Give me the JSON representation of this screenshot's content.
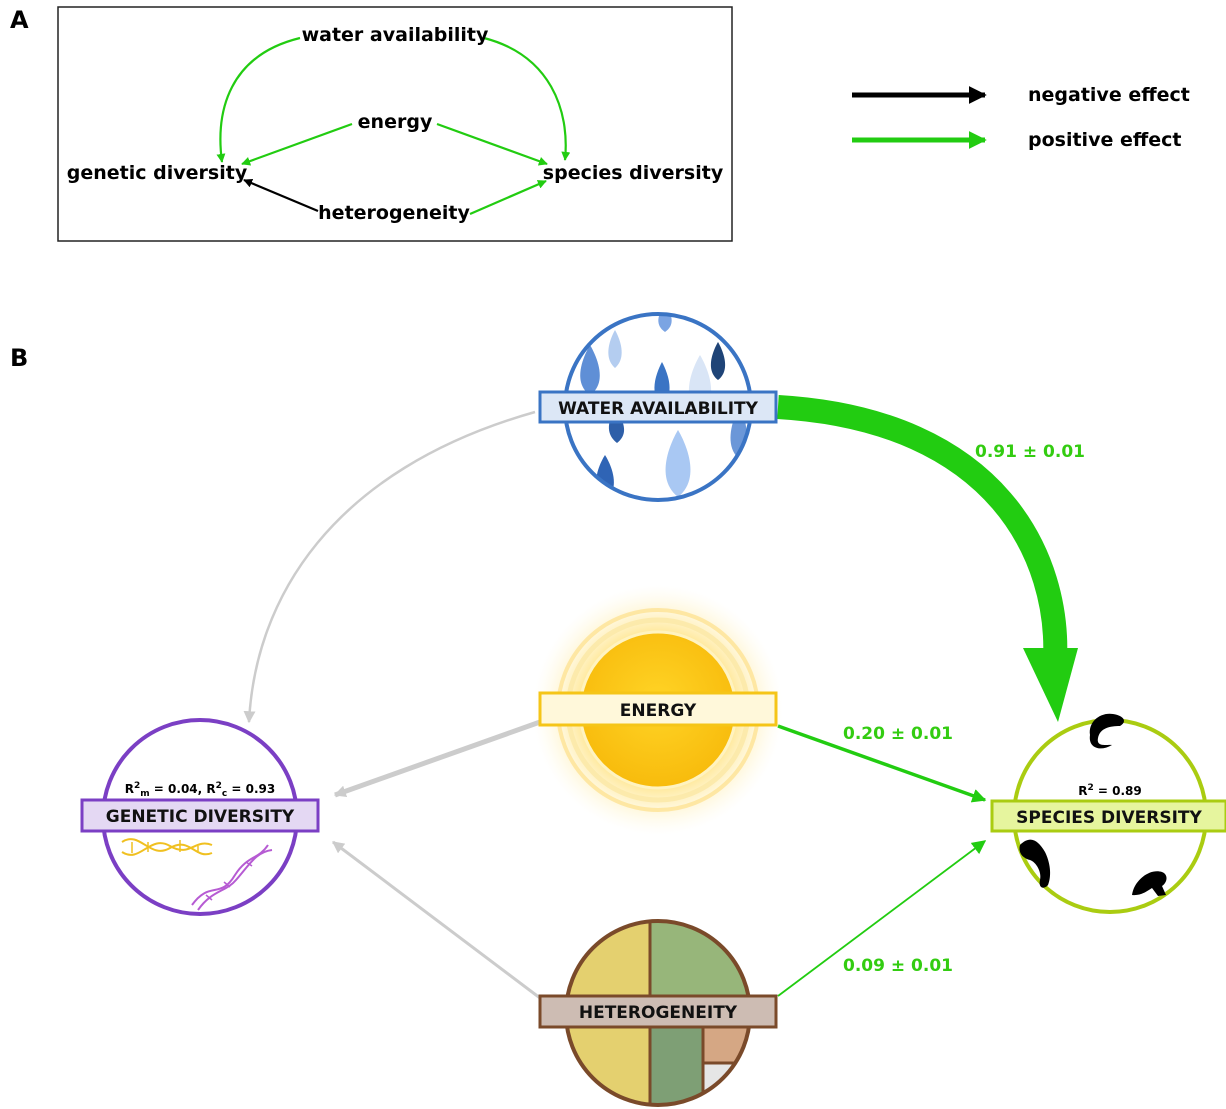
{
  "panel_a": {
    "panel_label": "A",
    "nodes": {
      "water": "water availability",
      "energy": "energy",
      "genetic": "genetic diversity",
      "species": "species diversity",
      "heterogeneity": "heterogeneity"
    }
  },
  "legend": {
    "negative": "negative effect",
    "positive": "positive effect",
    "negative_color": "#000000",
    "positive_color": "#22cc11"
  },
  "panel_b": {
    "panel_label": "B",
    "nodes": {
      "water": "WATER AVAILABILITY",
      "energy": "ENERGY",
      "genetic": "GENETIC DIVERSITY",
      "species": "SPECIES DIVERSITY",
      "heterogeneity": "HETEROGENEITY"
    },
    "r2_genetic": {
      "r": "R",
      "sup1": "2",
      "sub1": "m",
      "mid": " = 0.04, R",
      "sup2": "2",
      "sub2": "c",
      "end": " = 0.93"
    },
    "r2_species": {
      "r": "R",
      "sup": "2",
      "end": " = 0.89"
    },
    "coefficients": {
      "water_species": "0.91 ± 0.01",
      "energy_species": "0.20 ± 0.01",
      "heterogeneity_species": "0.09 ± 0.01"
    },
    "colors": {
      "water": "#3a74c4",
      "energy": "#f5c518",
      "genetic": "#7b3fc4",
      "species": "#aacc11",
      "heterogeneity": "#7a4a2a",
      "significant": "#22cc11",
      "nonsignificant": "#cccccc"
    }
  }
}
